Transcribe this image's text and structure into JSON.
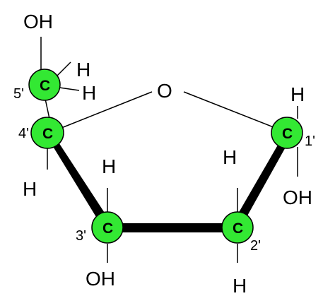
{
  "colors": {
    "carbon_fill": "#33e833",
    "line": "#000000",
    "background": "#ffffff"
  },
  "carbons": [
    {
      "symbol": "C",
      "number": "1'"
    },
    {
      "symbol": "C",
      "number": "2'"
    },
    {
      "symbol": "C",
      "number": "3'"
    },
    {
      "symbol": "C",
      "number": "4'"
    },
    {
      "symbol": "C",
      "number": "5'"
    }
  ],
  "ring_oxygen": "O",
  "substituents": {
    "c5_oh": "OH",
    "c5_h_upper": "H",
    "c5_h_lower": "H",
    "c4_h": "H",
    "c3_h": "H",
    "c3_oh": "OH",
    "c2_h_upper": "H",
    "c2_h_lower": "H",
    "c1_h": "H",
    "c1_oh": "OH"
  }
}
